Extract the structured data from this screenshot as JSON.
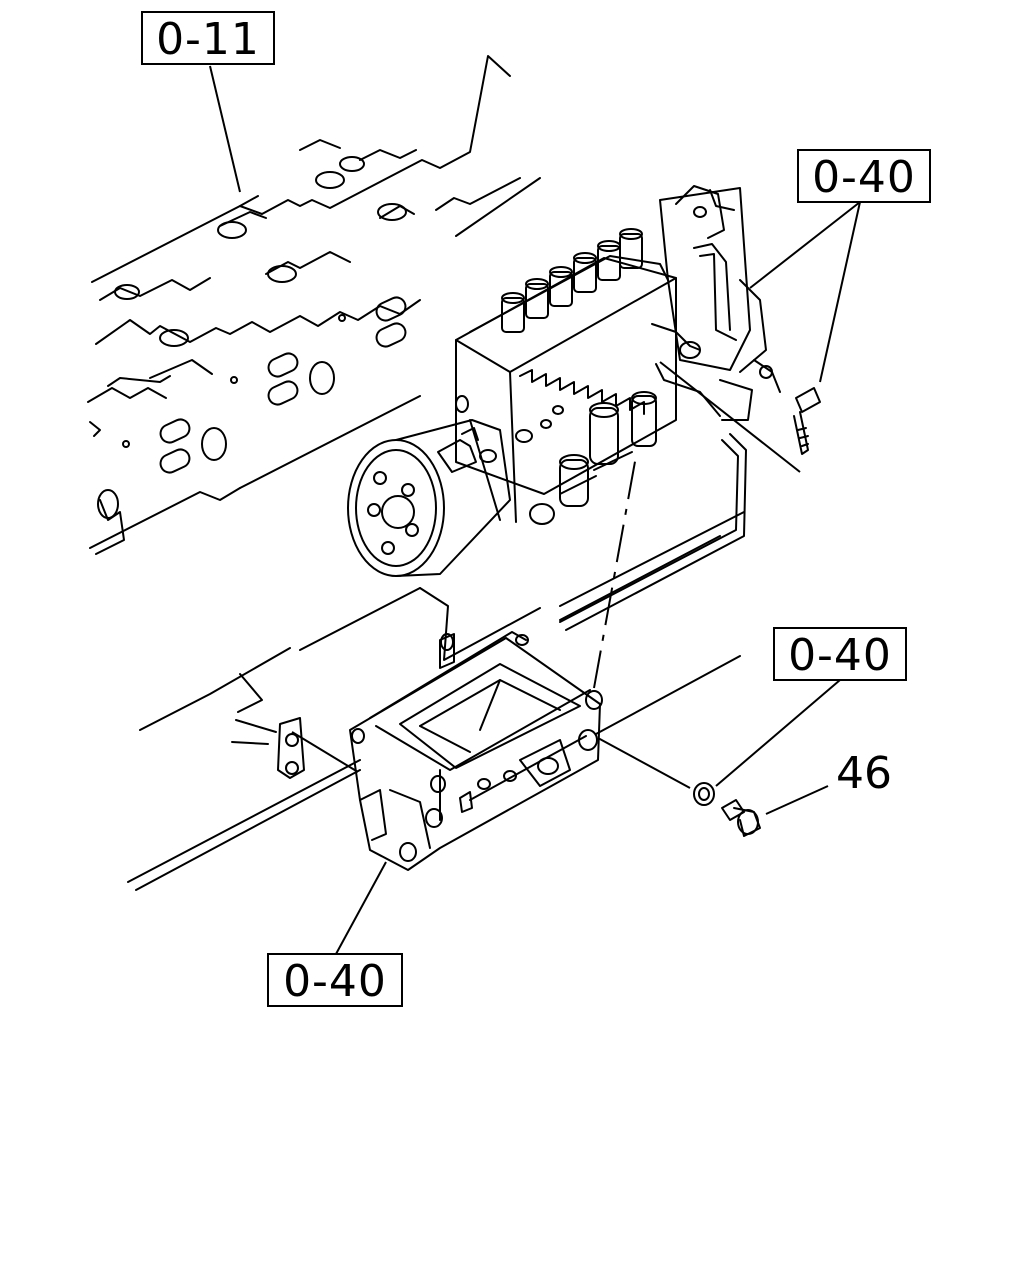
{
  "references": {
    "ref_top_left": "0-11",
    "ref_top_right": "0-40",
    "ref_mid_right": "0-40",
    "ref_bottom": "0-40"
  },
  "callouts": {
    "part_46": "46"
  }
}
